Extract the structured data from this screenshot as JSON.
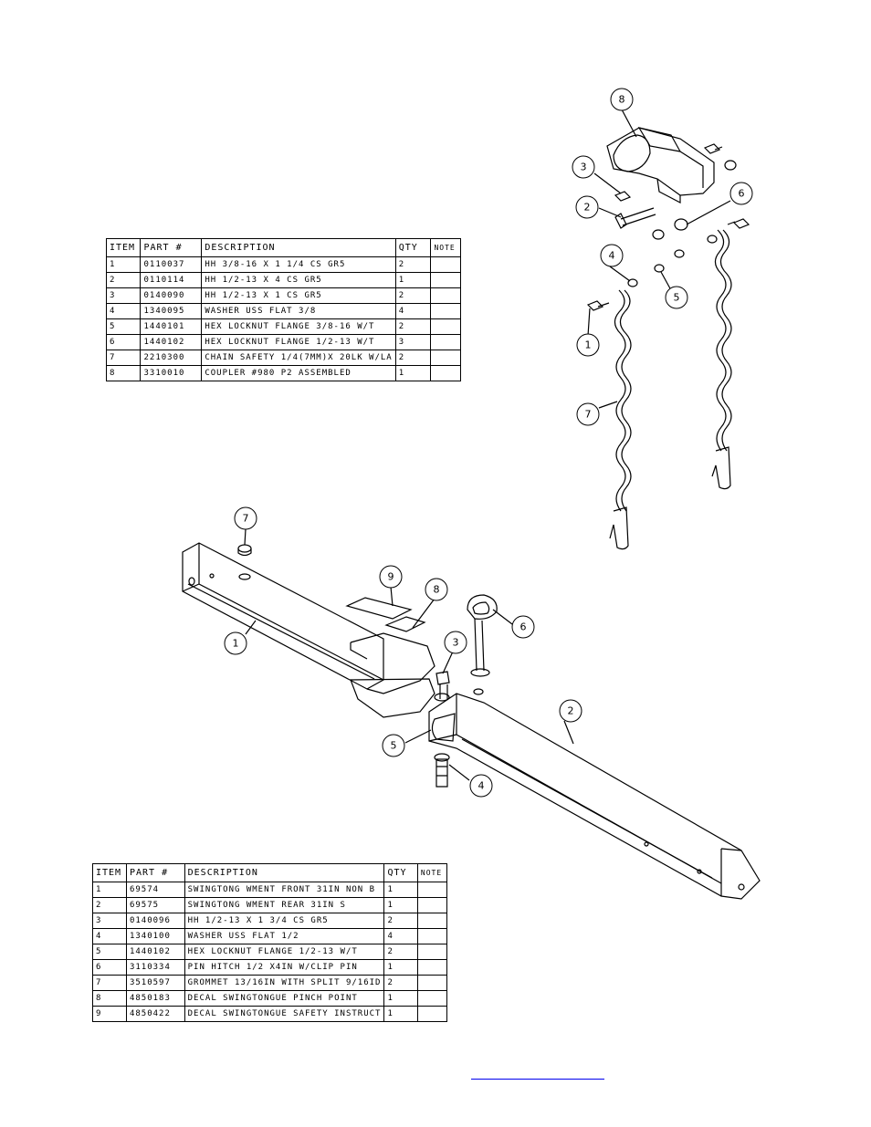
{
  "table_top": {
    "headers": [
      "ITEM",
      "PART #",
      "DESCRIPTION",
      "QTY",
      "NOTE"
    ],
    "rows": [
      [
        "1",
        "0110037",
        "HH 3/8-16 X 1 1/4 CS GR5",
        "2",
        ""
      ],
      [
        "2",
        "0110114",
        "HH 1/2-13 X 4 CS GR5",
        "1",
        ""
      ],
      [
        "3",
        "0140090",
        "HH 1/2-13 X 1 CS GR5",
        "2",
        ""
      ],
      [
        "4",
        "1340095",
        "WASHER USS FLAT 3/8",
        "4",
        ""
      ],
      [
        "5",
        "1440101",
        "HEX LOCKNUT FLANGE 3/8-16 W/T",
        "2",
        ""
      ],
      [
        "6",
        "1440102",
        "HEX LOCKNUT FLANGE 1/2-13 W/T",
        "3",
        ""
      ],
      [
        "7",
        "2210300",
        "CHAIN SAFETY 1/4(7MM)X 20LK W/LA",
        "2",
        ""
      ],
      [
        "8",
        "3310010",
        "COUPLER #980 P2 ASSEMBLED",
        "1",
        ""
      ]
    ]
  },
  "table_bottom": {
    "headers": [
      "ITEM",
      "PART #",
      "DESCRIPTION",
      "QTY",
      "NOTE"
    ],
    "rows": [
      [
        "1",
        "69574",
        "SWINGTONG WMENT FRONT 31IN NON B",
        "1",
        ""
      ],
      [
        "2",
        "69575",
        "SWINGTONG WMENT REAR 31IN S",
        "1",
        ""
      ],
      [
        "3",
        "0140096",
        "HH 1/2-13 X 1 3/4 CS GR5",
        "2",
        ""
      ],
      [
        "4",
        "1340100",
        "WASHER USS FLAT 1/2",
        "4",
        ""
      ],
      [
        "5",
        "1440102",
        "HEX LOCKNUT FLANGE 1/2-13 W/T",
        "2",
        ""
      ],
      [
        "6",
        "3110334",
        "PIN HITCH 1/2 X4IN W/CLIP PIN",
        "1",
        ""
      ],
      [
        "7",
        "3510597",
        "GROMMET 13/16IN  WITH SPLIT 9/16ID",
        "2",
        ""
      ],
      [
        "8",
        "4850183",
        "DECAL SWINGTONGUE PINCH POINT",
        "1",
        ""
      ],
      [
        "9",
        "4850422",
        "DECAL SWINGTONGUE SAFETY INSTRUCT",
        "1",
        ""
      ]
    ]
  },
  "callouts_top": [
    "8",
    "3",
    "2",
    "6",
    "4",
    "5",
    "1",
    "7"
  ],
  "callouts_bottom": [
    "7",
    "9",
    "8",
    "6",
    "3",
    "1",
    "2",
    "5",
    "4"
  ]
}
